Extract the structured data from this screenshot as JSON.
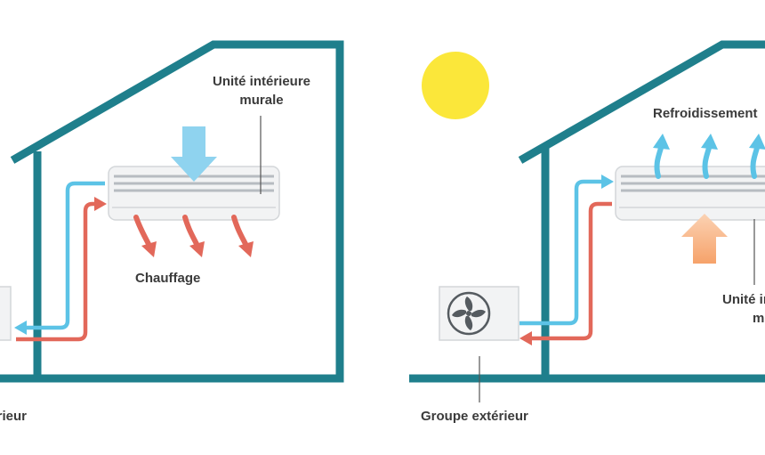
{
  "colors": {
    "house": "#1f7f8c",
    "unit_fill": "#f2f3f4",
    "unit_stroke": "#d3d6d9",
    "unit_line": "#b7bcc1",
    "hot": "#e2685a",
    "cold": "#5cc3e6",
    "sun": "#fbe73a",
    "label": "#3b3b3b"
  },
  "heating_scene": {
    "indoor_unit_label_line1": "Unité intérieure",
    "indoor_unit_label_line2": "murale",
    "mode_label": "Chauffage",
    "outdoor_unit_label": "Groupe extérieur"
  },
  "cooling_scene": {
    "mode_label": "Refroidissement",
    "indoor_unit_label_line1": "Unité intérieure",
    "indoor_unit_label_line2": "murale",
    "outdoor_unit_label": "Groupe extérieur"
  },
  "icons": {
    "sun": "sun-icon",
    "fan": "fan-icon"
  }
}
